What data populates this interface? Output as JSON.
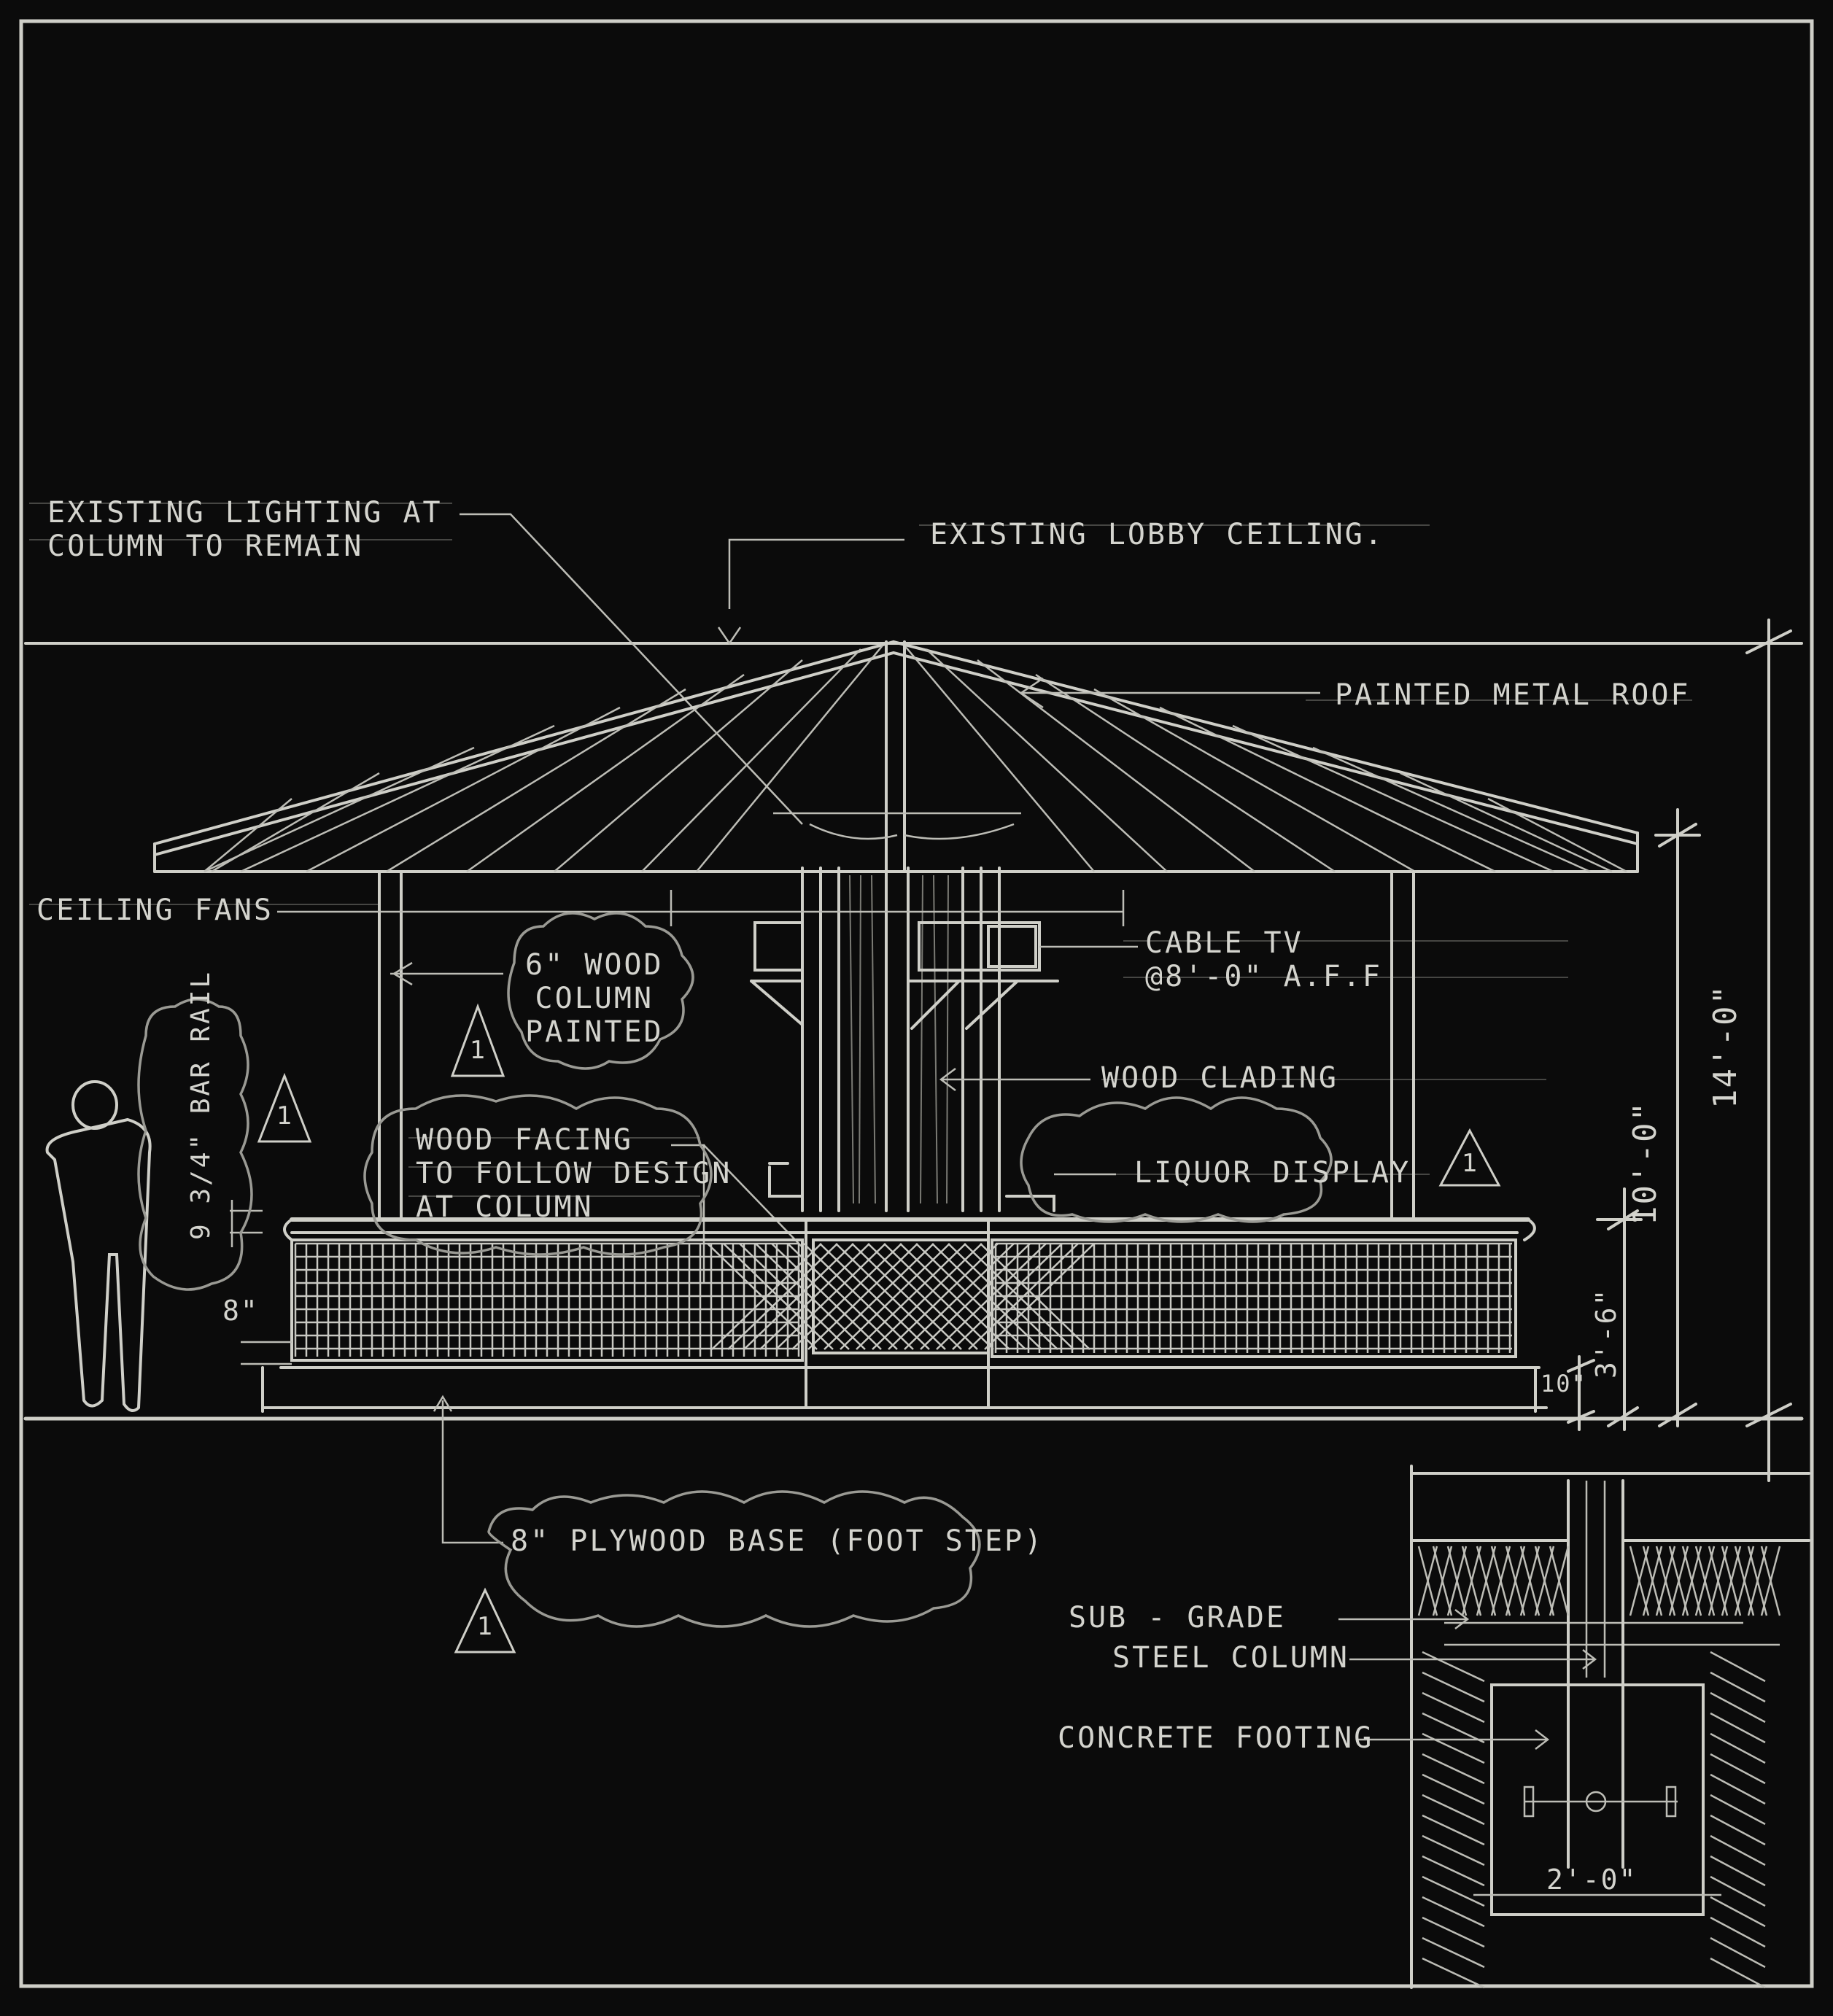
{
  "drawing": {
    "type": "bar elevation with footing detail",
    "background": "#0b0b0b",
    "line_color": "#cfcfc8",
    "cloud_color": "#9a9a94"
  },
  "notes": {
    "existing_lighting": "EXISTING LIGHTING AT\nCOLUMN TO REMAIN",
    "existing_ceiling": "EXISTING LOBBY CEILING.",
    "metal_roof": "PAINTED METAL ROOF",
    "ceiling_fans": "CEILING FANS",
    "wood_column": "6\" WOOD\nCOLUMN\nPAINTED",
    "cable_tv": "CABLE TV\n@8'-0\" A.F.F",
    "wood_cladding": "WOOD CLADING",
    "wood_facing": "WOOD FACING\nTO FOLLOW DESIGN\nAT COLUMN",
    "liquor_display": "LIQUOR DISPLAY",
    "bar_rail": "9 3/4\" BAR RAIL",
    "plywood_base": "8\" PLYWOOD BASE (FOOT STEP)",
    "sub_grade": "SUB - GRADE",
    "steel_column": "STEEL COLUMN",
    "concrete_footing": "CONCRETE FOOTING"
  },
  "dimensions": {
    "total_height": "14'-0\"",
    "column_height": "10'-0\"",
    "bar_height": "3'-6\"",
    "base_height": "8\"",
    "foot_step": "10\"",
    "footing_width": "2'-0\""
  },
  "revision_tags": [
    {
      "id": "rev-wood-column",
      "label": "1"
    },
    {
      "id": "rev-bar-rail",
      "label": "1"
    },
    {
      "id": "rev-liquor-display",
      "label": "1"
    },
    {
      "id": "rev-plywood-base",
      "label": "1"
    }
  ]
}
